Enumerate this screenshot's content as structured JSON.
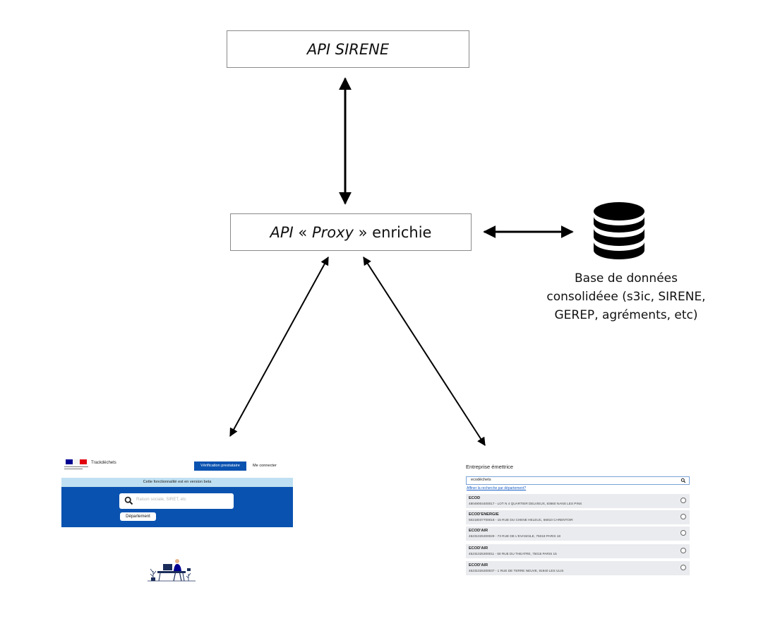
{
  "nodes": {
    "sirene": {
      "label": "API SIRENE"
    },
    "proxy": {
      "label_italic_prefix": "API",
      "label_guillemet_open": " « ",
      "label_italic_word": "Proxy",
      "label_suffix": " » enrichie"
    },
    "database": {
      "icon": "database-icon",
      "label_lines": [
        "Base de données",
        "consolidéee (s3ic, SIRENE,",
        "GEREP, agréments, etc)"
      ]
    }
  },
  "left_screenshot": {
    "brand": "Trackdéchets",
    "verification_button": "Vérification prestataire",
    "login_link": "Me connecter",
    "beta_notice": "Cette fonctionnalité est en version beta",
    "search_placeholder": "Raison sociale, SIRET, etc",
    "department_button": "Département",
    "colors": {
      "primary": "#0a52b0",
      "beta_bg": "#bfe0f2"
    }
  },
  "right_screenshot": {
    "title": "Entreprise émettrice",
    "search_value": "ecodéchets",
    "department_link": "Affiner la recherche par département?",
    "results": [
      {
        "name": "ECOD",
        "address": "48049004400017 - LOT N 4 QUARTIER DELVIEUX, 83660 NANS LES PINS"
      },
      {
        "name": "ECOD'ENERGIE",
        "address": "50218037700018 - 15 RUE DU CHENE HELEUC, 56910 CARENTOIR"
      },
      {
        "name": "ECOD'AIR",
        "address": "45231025300029 - 73 RUE DE L'EVANGILE, 75018 PARIS 18"
      },
      {
        "name": "ECOD'AIR",
        "address": "45231025300011 - 50 RUE DU THEATRE, 75015 PARIS 15"
      },
      {
        "name": "ECOD'AIR",
        "address": "45231025300037 - 1 RUE DE TERRE NEUVE, 91940 LES ULIS"
      }
    ]
  }
}
